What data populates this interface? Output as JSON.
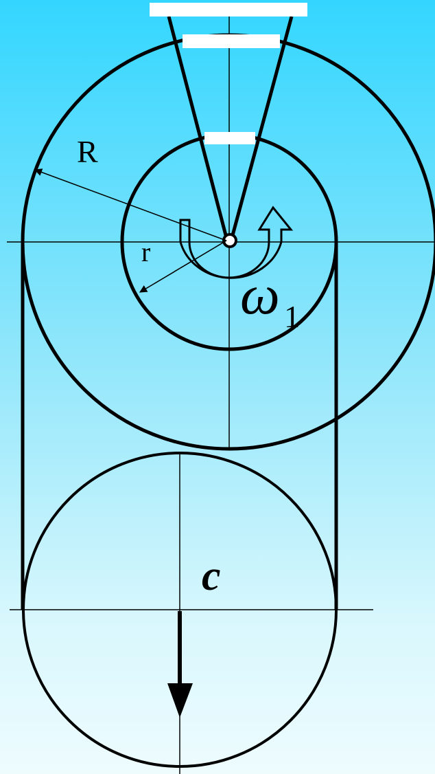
{
  "labels": {
    "outer_radius": "R",
    "inner_radius": "r",
    "angular_velocity_symbol": "ω",
    "angular_velocity_subscript": "1",
    "center_point": "c"
  },
  "colors": {
    "background_top": "#33d6ff",
    "background_bottom": "#eefcfe",
    "stroke": "#000000",
    "support_plate": "#ffffff"
  }
}
